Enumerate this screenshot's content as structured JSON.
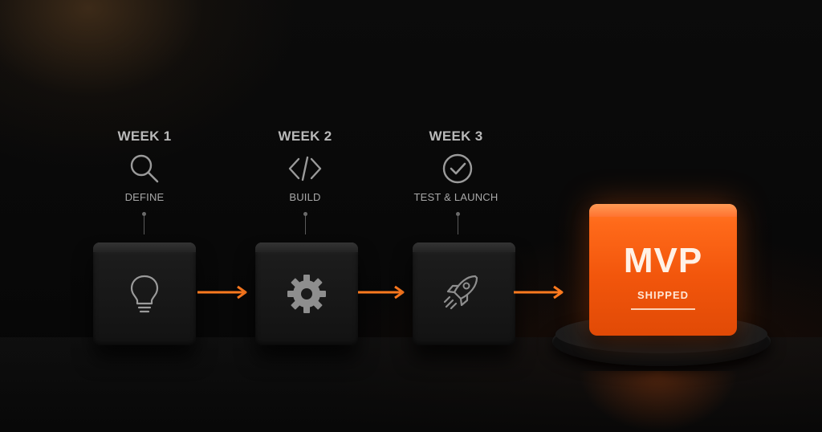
{
  "steps": [
    {
      "week": "WEEK 1",
      "phase": "DEFINE",
      "top_icon": "search-icon",
      "cube_icon": "lightbulb-icon"
    },
    {
      "week": "WEEK 2",
      "phase": "BUILD",
      "top_icon": "code-icon",
      "cube_icon": "gear-icon"
    },
    {
      "week": "WEEK 3",
      "phase": "TEST & LAUNCH",
      "top_icon": "check-circle-icon",
      "cube_icon": "rocket-icon"
    }
  ],
  "result": {
    "title": "MVP",
    "subtitle": "SHIPPED"
  },
  "colors": {
    "accent": "#f2560c",
    "arrow": "#ff7a1f",
    "text": "#b9b9b9"
  }
}
